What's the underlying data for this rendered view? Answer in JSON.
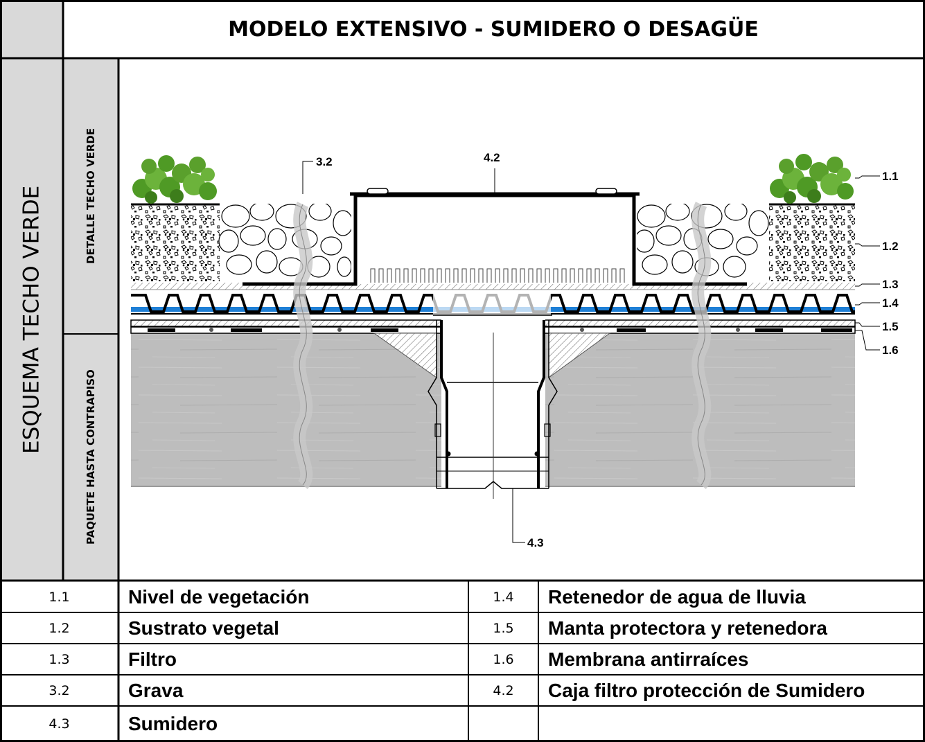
{
  "header": {
    "title": "MODELO EXTENSIVO - SUMIDERO O DESAGÜE"
  },
  "side": {
    "main": "ESQUEMA TECHO VERDE",
    "upper": "DETALLE TECHO VERDE",
    "lower": "PAQUETE HASTA CONTRAPISO"
  },
  "diagram": {
    "callouts": [
      "1.1",
      "1.2",
      "1.3",
      "1.4",
      "1.5",
      "1.6",
      "3.2",
      "4.2",
      "4.3"
    ],
    "colors": {
      "vegetation": "#5aa02c",
      "water": "#1e7fd6",
      "concrete": "#b8b8b8",
      "slab_line": "#9a9a9a"
    }
  },
  "legend": {
    "rows": [
      {
        "code_a": "1.1",
        "desc_a": "Nivel de vegetación",
        "code_b": "1.4",
        "desc_b": "Retenedor de agua de lluvia"
      },
      {
        "code_a": "1.2",
        "desc_a": "Sustrato vegetal",
        "code_b": "1.5",
        "desc_b": "Manta protectora y retenedora"
      },
      {
        "code_a": "1.3",
        "desc_a": "Filtro",
        "code_b": "1.6",
        "desc_b": "Membrana antirraíces"
      },
      {
        "code_a": "3.2",
        "desc_a": "Grava",
        "code_b": "4.2",
        "desc_b": "Caja filtro protección de Sumidero"
      },
      {
        "code_a": "4.3",
        "desc_a": "Sumidero",
        "code_b": "",
        "desc_b": ""
      }
    ]
  }
}
